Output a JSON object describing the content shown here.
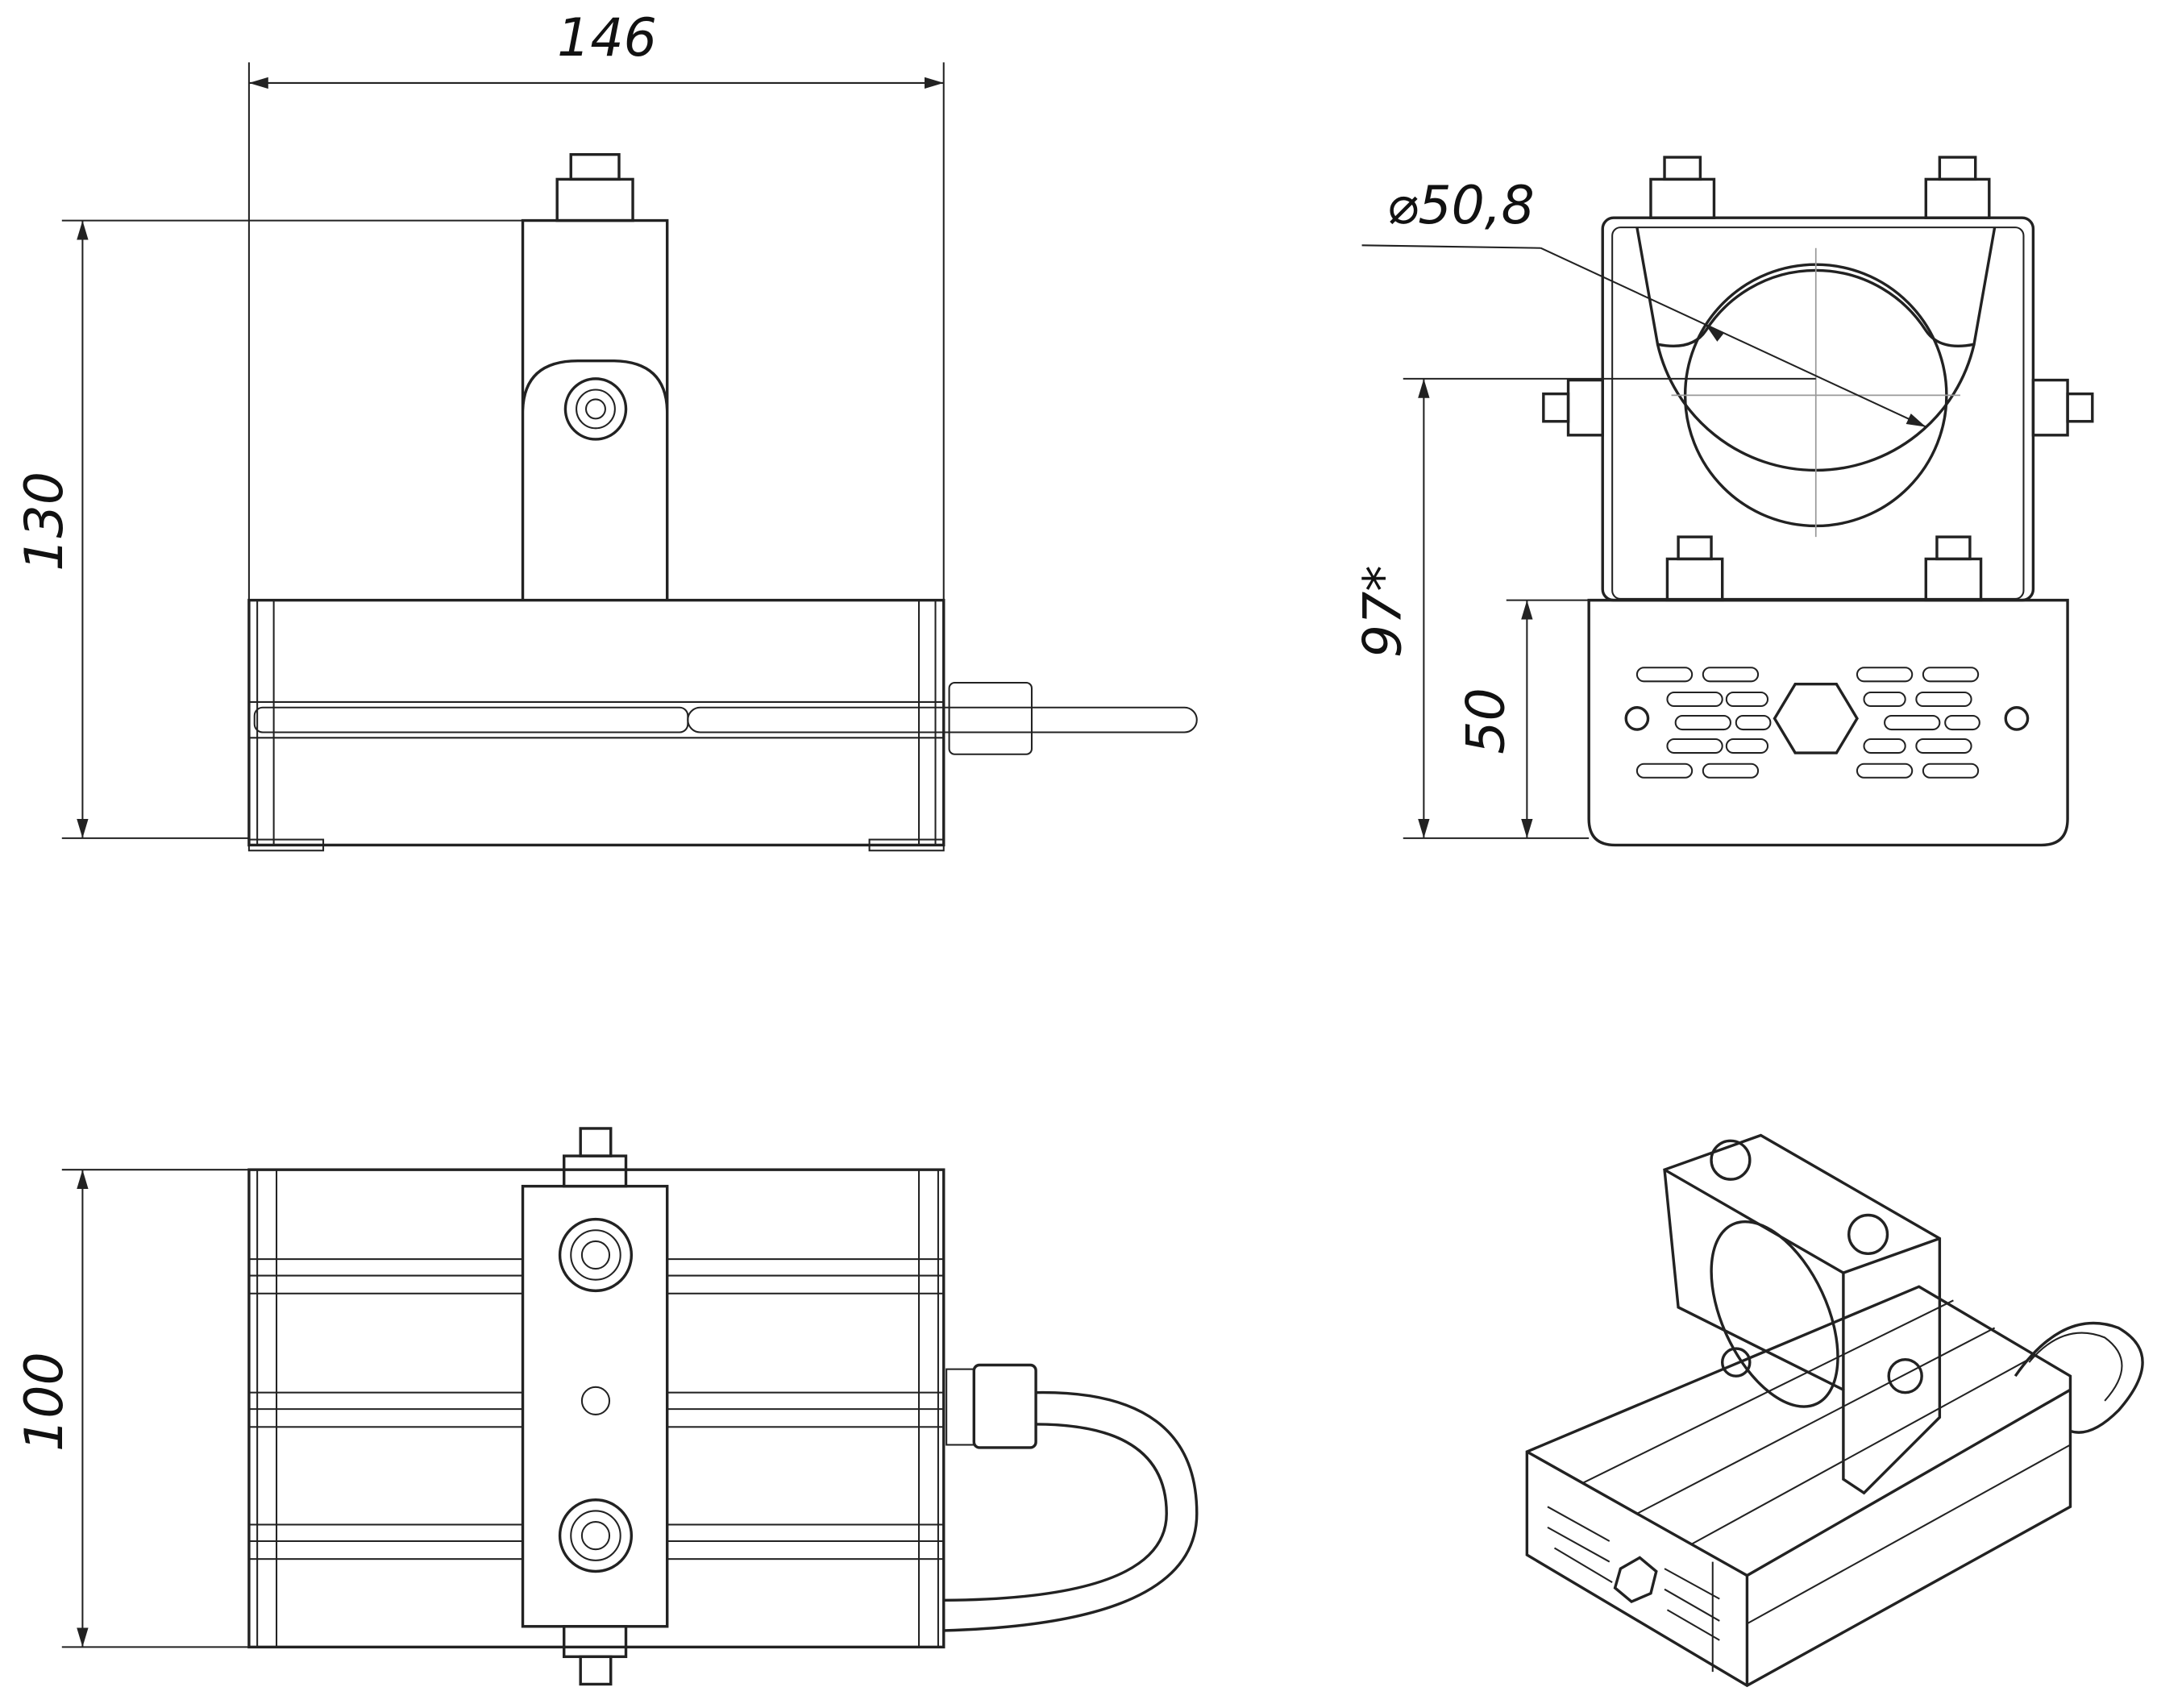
{
  "drawing": {
    "front_view": {
      "width_label": "146",
      "height_label": "130"
    },
    "side_view": {
      "diameter_label": "⌀50,8",
      "total_height_label": "97*",
      "body_height_label": "50"
    },
    "top_view": {
      "depth_label": "100"
    },
    "iso_view": {}
  },
  "colors": {
    "line": "#222222",
    "background": "#ffffff"
  }
}
